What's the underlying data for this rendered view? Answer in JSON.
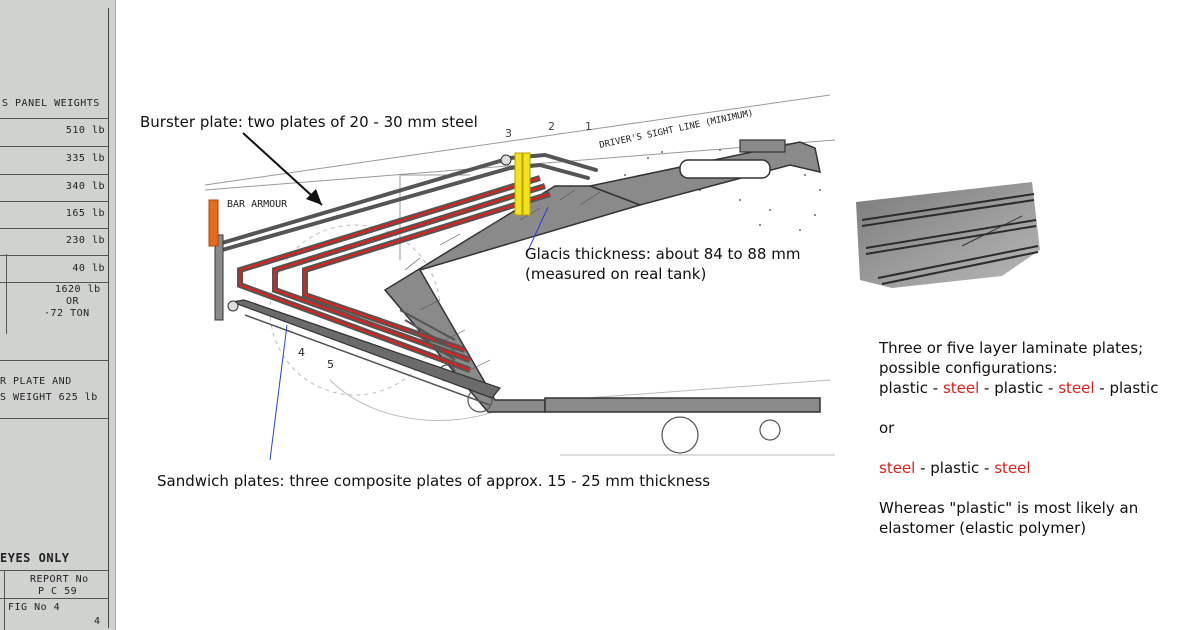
{
  "document": {
    "panel_weights_header": "S PANEL WEIGHTS",
    "weights": [
      "510 lb",
      "335 lb",
      "340 lb",
      "165 lb",
      "230 lb",
      "40 lb"
    ],
    "total": [
      "1620 lb",
      "OR",
      "·72   TON"
    ],
    "plate_lines": [
      "R  PLATE  AND",
      "S  WEIGHT  625 lb"
    ],
    "eyes_only": "EYES ONLY",
    "report_label": "REPORT No",
    "report_value": "P C 59",
    "fig_label": "FIG No 4",
    "corner_number": "4"
  },
  "drawing": {
    "bar_armour": "BAR ARMOUR",
    "sight_line": "DRIVER'S SIGHT LINE (MINIMUM)",
    "numbers": [
      "3",
      "2",
      "1",
      "4",
      "5"
    ]
  },
  "annotations": {
    "burster": "Burster plate: two plates of 20 - 30 mm steel",
    "glacis_line1": "Glacis thickness: about 84 to 88 mm",
    "glacis_line2": "(measured on real tank)",
    "sandwich": "Sandwich plates: three composite plates of approx. 15 - 25 mm thickness"
  },
  "notes": {
    "line1": "Three or five layer laminate plates;",
    "line2": "possible configurations:",
    "config1": [
      "plastic",
      " - ",
      "steel",
      " - ",
      "plastic",
      " - ",
      "steel",
      " - ",
      "plastic"
    ],
    "or": "or",
    "config2": [
      "steel",
      " - ",
      "plastic",
      " - ",
      "steel"
    ],
    "line3": "Whereas \"plastic\" is most likely an",
    "line4": "elastomer (elastic polymer)"
  },
  "colors": {
    "steel_highlight": "#e0201b",
    "plate_gray": "#6b6b6b",
    "glacis_fill": "#8a8a8a",
    "orange_marker": "#e86a1c",
    "yellow_marker": "#f4e31a",
    "leader_blue": "#2a3ee0"
  }
}
